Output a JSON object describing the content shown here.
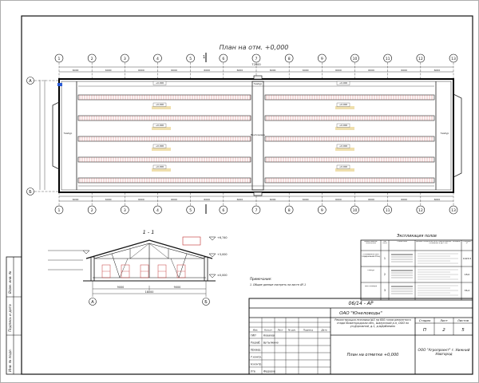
{
  "plan": {
    "title": "План на отм. +0,000",
    "section_mark": "1",
    "axes_numbers": [
      "1",
      "2",
      "3",
      "4",
      "5",
      "6",
      "7",
      "8",
      "9",
      "10",
      "11",
      "12",
      "13"
    ],
    "axes_letters": [
      "А",
      "Б"
    ],
    "overall_dim": "72000",
    "span_dims": [
      "6000",
      "6000",
      "6000",
      "6000",
      "6000",
      "6000",
      "6000",
      "6000",
      "6000",
      "6000",
      "6000",
      "6000"
    ],
    "level_marks": [
      "+0,000",
      "+0,000",
      "+0,000",
      "+0,000",
      "+0,000",
      "+0,000",
      "+0,000",
      "+0,000",
      "+0,000",
      "+0,000"
    ],
    "room_labels": [
      "Тамбур",
      "Венткамера",
      "Тамбур",
      "Тамбур"
    ]
  },
  "section": {
    "title": "1 - 1",
    "axis_left": "А",
    "axis_right": "Б",
    "dim_total": "18000",
    "dim_halves": [
      "9000",
      "9000"
    ],
    "level_top": "+6,740",
    "level_mid": "+3,000",
    "level_zero": "±0,000"
  },
  "notes": {
    "heading": "Примечание:",
    "line1": "1. Общие данные смотреть на листе АР-1"
  },
  "floors": {
    "title": "Экспликация полов",
    "headers": [
      "Наименование помещения",
      "Тип пола",
      "Схема пола",
      "Данные элементов пола (наименование, толщина, основание и др.), мм",
      "Площадь, м²"
    ],
    "rows": [
      {
        "room": "Помещение для содержания птиц",
        "type": "1",
        "area": "1923,5"
      },
      {
        "room": "Тамбур",
        "type": "2",
        "area": "18,0"
      },
      {
        "room": "Венткамера",
        "type": "3",
        "area": "36,2"
      }
    ]
  },
  "stamp": {
    "code": "06/14 - АР",
    "customer": "ОАО \"Юнеловоды\"",
    "project": "Реконструкция птичника №5 на 600 голов ремонтного стада Нижегородская обл., Шахунский р-н, ООО по ул.Дорожной, д.1, д.Щербинино",
    "sheet_title": "План на отметке +0,000",
    "company": "ООО \"Агропроект\" г. Нижний Новгород",
    "stage_label": "Стадия",
    "sheet_label": "Лист",
    "sheets_label": "Листов",
    "stage": "П",
    "sheet": "2",
    "sheets": "5",
    "cols": [
      "Изм.",
      "Кол.уч",
      "Лист",
      "№ док.",
      "Подпись",
      "Дата"
    ],
    "roles": [
      {
        "role": "ГИП",
        "name": "Ковалев"
      },
      {
        "role": "Разраб.",
        "name": "Бутылкина"
      },
      {
        "role": "Провер.",
        "name": ""
      },
      {
        "role": "Т.контр.",
        "name": ""
      },
      {
        "role": "Н.контр.",
        "name": ""
      },
      {
        "role": "Утв.",
        "name": "Федоров"
      }
    ]
  },
  "side_stamp": {
    "fields": [
      "Инв. № подл.",
      "Подпись и дата",
      "Взам. инв. №"
    ]
  }
}
